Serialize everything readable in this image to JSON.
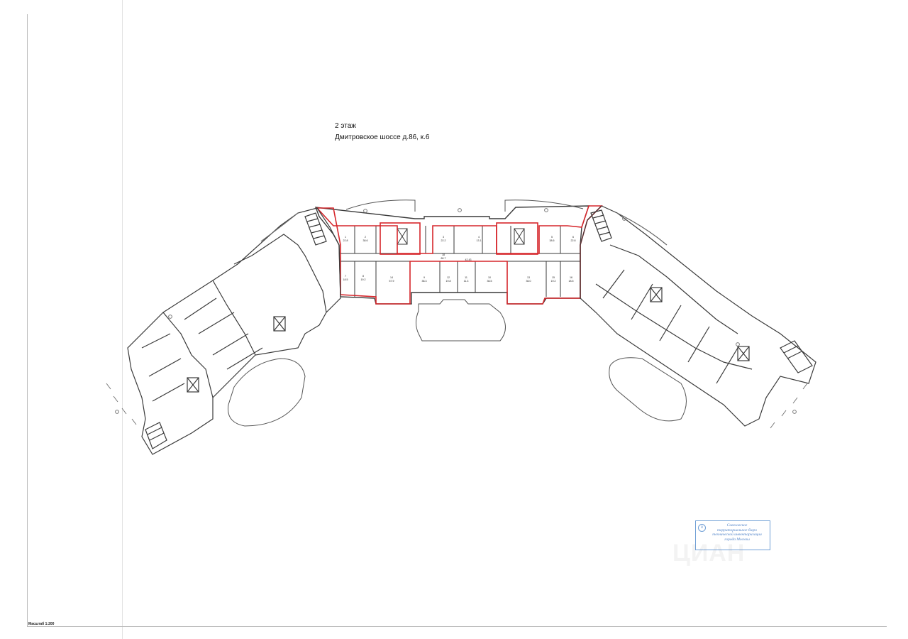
{
  "title": {
    "line1": "2 этаж",
    "line2": "Дмитровское шоссе  д.86, к.6"
  },
  "scale": "Масштаб 1:200",
  "stamp": {
    "seal": "8",
    "line1": "Савеловское",
    "line2": "территориальное бюро",
    "line3": "технической инвентаризации",
    "line4": "города Москвы"
  },
  "watermark": "ЦИАН",
  "colors": {
    "wall": "#3a3a3a",
    "highlight": "#d6262b",
    "stamp": "#4e82c8"
  },
  "rooms": {
    "c1": {
      "num": "1",
      "area": "22.8"
    },
    "c2": {
      "num": "2",
      "area": "38.6"
    },
    "c3": {
      "num": "3",
      "area": "22.2"
    },
    "c4": {
      "num": "4",
      "area": "13.1"
    },
    "c5": {
      "num": "5",
      "area": "38.6"
    },
    "c6": {
      "num": "6",
      "area": "22.8"
    },
    "c7": {
      "num": "7",
      "area": "18.5"
    },
    "c8": {
      "num": "8",
      "area": "19.2"
    },
    "c9": {
      "num": "9",
      "area": "38.3"
    },
    "c10": {
      "num": "10",
      "area": "36.5"
    },
    "c11": {
      "num": "11",
      "area": "11.3"
    },
    "c12": {
      "num": "12",
      "area": "19.8"
    },
    "c13": {
      "num": "13",
      "area": "36.0"
    },
    "c14": {
      "num": "14",
      "area": "57.9"
    },
    "c15": {
      "num": "15",
      "area": "19.2"
    },
    "c16": {
      "num": "16",
      "area": "18.5"
    },
    "cor": {
      "num": "18",
      "area": "80.7"
    },
    "cor2": {
      "num": "",
      "area": "42.43"
    }
  }
}
